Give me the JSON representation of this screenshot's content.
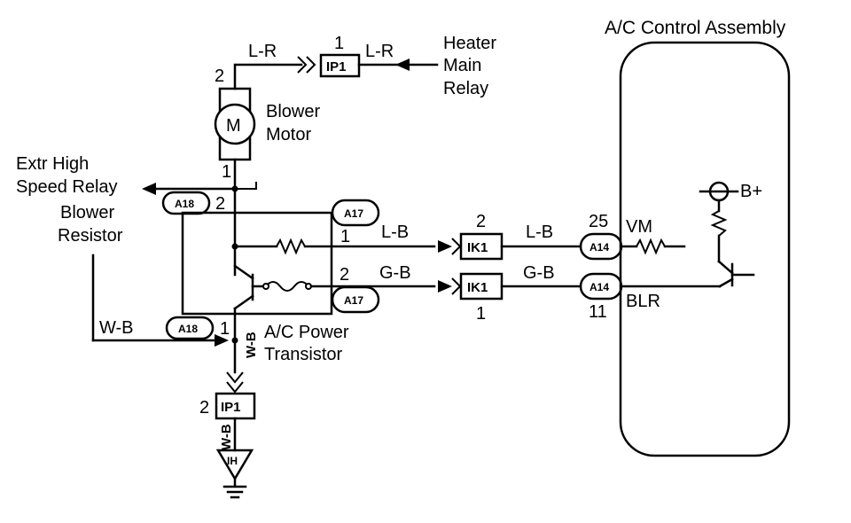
{
  "assembly": {
    "title": "A/C Control Assembly",
    "b_plus": "B+"
  },
  "wires": {
    "l_r": "L-R",
    "l_b": "L-B",
    "g_b": "G-B",
    "w_b": "W-B"
  },
  "components": {
    "heater_main_relay": [
      "Heater",
      "Main",
      "Relay"
    ],
    "blower_motor": [
      "Blower",
      "Motor"
    ],
    "motor_symbol": "M",
    "extr_high_speed_relay": [
      "Extr High",
      "Speed Relay"
    ],
    "blower_resistor": [
      "Blower",
      "Resistor"
    ],
    "ac_power_transistor": [
      "A/C Power",
      "Transistor"
    ]
  },
  "connectors": {
    "ip1": "IP1",
    "ik1": "IK1",
    "ih": "IH",
    "a14": "A14",
    "a17": "A17",
    "a18": "A18"
  },
  "pins": {
    "ip1_top": "1",
    "motor_top": "2",
    "motor_bottom": "1",
    "a18_upper": "2",
    "a17_upper": "1",
    "a17_lower": "2",
    "ik1_upper": "2",
    "ik1_lower": "1",
    "a14_upper": "25",
    "a14_lower": "11",
    "a18_lower": "1",
    "ip1_bottom": "2"
  },
  "signals": {
    "vm": "VM",
    "blr": "BLR"
  }
}
